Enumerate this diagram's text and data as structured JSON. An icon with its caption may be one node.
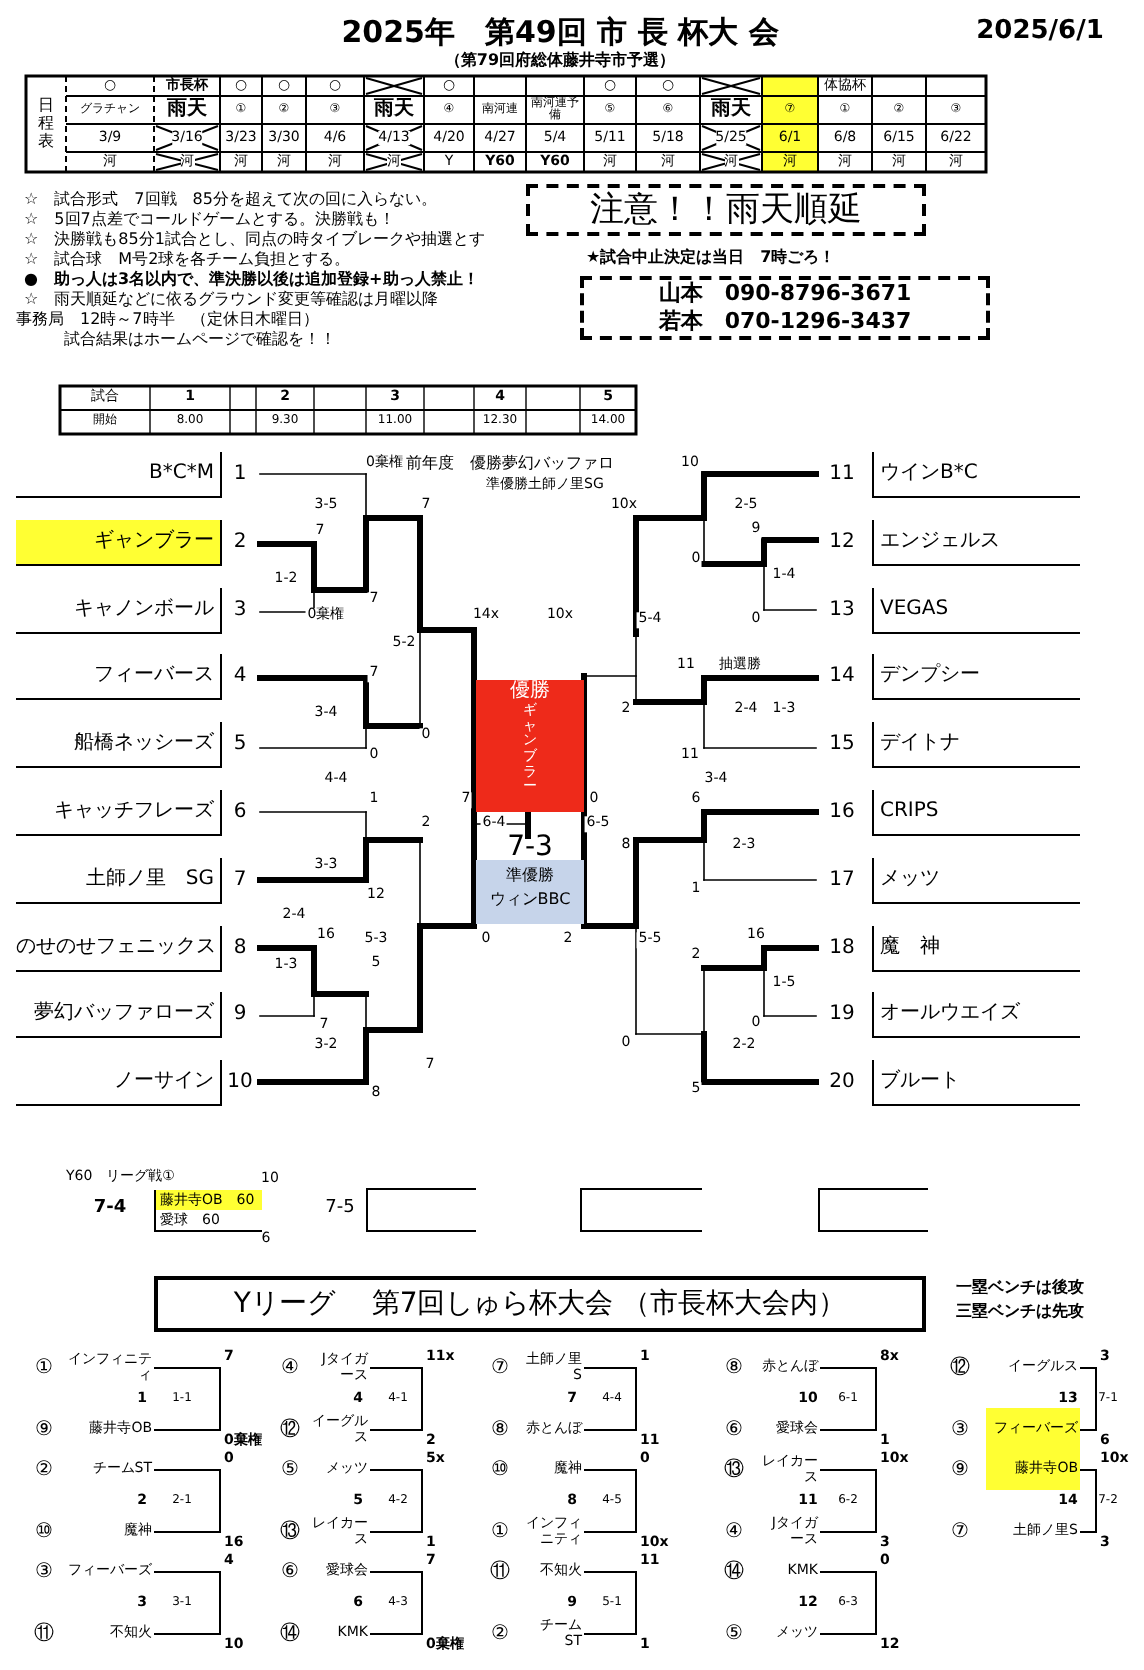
{
  "diagram": {
    "title": "2025年　第49回 市 長 杯大 会",
    "nodes": [
      {
        "text": [
          "注意！！雨天順延"
        ]
      },
      {
        "text": [
          "山本　090-8796-3671",
          "若本　070-1296-3437"
        ]
      },
      {
        "text": [
          "B*C*M"
        ],
        "beside": [
          "1"
        ]
      },
      {
        "text": [
          "ギャンブラー"
        ],
        "beside": [
          "2"
        ]
      },
      {
        "text": [
          "キャノンボール"
        ],
        "beside": [
          "3"
        ]
      },
      {
        "text": [
          "フィーバース"
        ],
        "beside": [
          "4"
        ]
      },
      {
        "text": [
          "船橋ネッシーズ"
        ],
        "beside": [
          "5"
        ]
      },
      {
        "text": [
          "キャッチフレーズ"
        ],
        "beside": [
          "6"
        ]
      },
      {
        "text": [
          "土師ノ里　SG"
        ],
        "beside": [
          "7"
        ]
      },
      {
        "text": [
          "のせのせフェニックス"
        ],
        "beside": [
          "8"
        ]
      },
      {
        "text": [
          "夢幻バッファローズ"
        ],
        "beside": [
          "9"
        ]
      },
      {
        "text": [
          "ノーサイン"
        ],
        "beside": [
          "10"
        ]
      },
      {
        "text": [
          "ウインB*C"
        ],
        "beside": [
          "11"
        ]
      },
      {
        "text": [
          "エンジェルス"
        ],
        "beside": [
          "12"
        ]
      },
      {
        "text": [
          "VEGAS"
        ],
        "beside": [
          "13"
        ]
      },
      {
        "text": [
          "デンプシー"
        ],
        "beside": [
          "14"
        ]
      },
      {
        "text": [
          "デイトナ"
        ],
        "beside": [
          "15"
        ]
      },
      {
        "text": [
          "CRIPS"
        ],
        "beside": [
          "16"
        ]
      },
      {
        "text": [
          "メッツ"
        ],
        "beside": [
          "17"
        ]
      },
      {
        "text": [
          "魔　神"
        ],
        "beside": [
          "18"
        ]
      },
      {
        "text": [
          "オールウエイズ"
        ],
        "beside": [
          "19"
        ]
      },
      {
        "text": [
          "ブルート"
        ],
        "beside": [
          "20"
        ]
      },
      {
        "text": [
          "優勝",
          "ギャンブラー"
        ]
      },
      {
        "text": [
          "準優勝",
          "ウィンBBC"
        ]
      },
      {
        "text": [
          "藤井寺OB　60",
          "愛球　60"
        ]
      },
      {
        "text": [],
        "shape": "box"
      },
      {
        "text": [],
        "shape": "box"
      },
      {
        "text": [],
        "shape": "box"
      },
      {
        "text": [
          "Yリーグ　 第7回しゅら杯大会 （市長杯大会内）"
        ]
      }
    ],
    "labels": [
      "2025/6/1",
      "（第79回府総体藤井寺市予選）",
      "日程表",
      "○",
      "市長杯",
      "○",
      "○",
      "○",
      "○",
      "○",
      "○",
      "体協杯",
      "グラチャン",
      "雨天",
      "①",
      "②",
      "③",
      "雨天",
      "④",
      "南河連",
      "南河連予備",
      "⑤",
      "⑥",
      "雨天",
      "⑦",
      "①",
      "②",
      "③",
      "3/9",
      "3/16",
      "3/23",
      "3/30",
      "4/6",
      "4/13",
      "4/20",
      "4/27",
      "5/4",
      "5/11",
      "5/18",
      "5/25",
      "6/1",
      "6/8",
      "6/15",
      "6/22",
      "河",
      "河",
      "河",
      "河",
      "河",
      "河",
      "Y",
      "Y60",
      "Y60",
      "河",
      "河",
      "河",
      "河",
      "河",
      "河",
      "河",
      "☆　試合形式　7回戦　85分を超えて次の回に入らない。",
      "☆　5回7点差でコールドゲームとする。決勝戦も！",
      "☆　決勝戦も85分1試合とし、同点の時タイブレークや抽選とす",
      "☆　試合球　M号2球を各チーム負担とする。",
      "●　助っ人は3名以内で、準決勝以後は追加登録+助っ人禁止！",
      "☆　雨天順延などに依るグラウンド変更等確認は月曜以降",
      "事務局　12時～7時半　（定休日木曜日）",
      "試合結果はホームページで確認を！！",
      "★試合中止決定は当日　7時ごろ！",
      "試合",
      "1",
      "2",
      "3",
      "4",
      "5",
      "開始",
      "8.00",
      "9.30",
      "11.00",
      "12.30",
      "14.00",
      "0棄権",
      "前年度　優勝夢幻バッファロ",
      "準優勝土師ノ里SG",
      "3-5",
      "7",
      "7",
      "1-2",
      "7",
      "0棄権",
      "14x",
      "10x",
      "5-2",
      "7",
      "3-4",
      "0",
      "0",
      "4-4",
      "1",
      "7",
      "2",
      "6-4",
      "3-3",
      "12",
      "2-4",
      "16",
      "5-3",
      "0",
      "1-3",
      "5",
      "7",
      "3-2",
      "7",
      "8",
      "10",
      "10x",
      "2-5",
      "9",
      "0",
      "1-4",
      "5-4",
      "0",
      "11",
      "抽選勝",
      "2",
      "2-4",
      "1-3",
      "11",
      "3-4",
      "0",
      "6",
      "6-5",
      "8",
      "2-3",
      "1",
      "2",
      "5-5",
      "16",
      "2",
      "1-5",
      "0",
      "0",
      "2-2",
      "5",
      "7-3",
      "Y60　リーグ戦①",
      "10",
      "7-4",
      "6",
      "7-5",
      "一塁ベンチは後攻",
      "三塁ベンチは先攻",
      "①",
      "インフィニティ",
      "7",
      "1",
      "1-1",
      "⑨",
      "藤井寺OB",
      "0棄権",
      "②",
      "チームST",
      "0",
      "2",
      "2-1",
      "⑩",
      "魔神",
      "16",
      "③",
      "フィーバーズ",
      "4",
      "3",
      "3-1",
      "⑪",
      "不知火",
      "10",
      "④",
      "Jタイガース",
      "11x",
      "4",
      "4-1",
      "⑫",
      "イーグルス",
      "2",
      "⑤",
      "メッツ",
      "5x",
      "5",
      "4-2",
      "⑬",
      "レイカース",
      "1",
      "⑥",
      "愛球会",
      "7",
      "6",
      "4-3",
      "⑭",
      "KMK",
      "0棄権",
      "⑦",
      "土師ノ里S",
      "1",
      "7",
      "4-4",
      "⑧",
      "赤とんぼ",
      "11",
      "⑩",
      "魔神",
      "0",
      "8",
      "4-5",
      "①",
      "インフィニティ",
      "10x",
      "⑪",
      "不知火",
      "11",
      "9",
      "5-1",
      "②",
      "チームST",
      "1",
      "⑧",
      "赤とんぼ",
      "8x",
      "10",
      "6-1",
      "⑥",
      "愛球会",
      "1",
      "⑬",
      "レイカース",
      "10x",
      "11",
      "6-2",
      "④",
      "Jタイガース",
      "3",
      "⑭",
      "KMK",
      "0",
      "12",
      "6-3",
      "⑤",
      "メッツ",
      "12",
      "⑫",
      "イーグルス",
      "3",
      "13",
      "7-1",
      "③",
      "フィーバーズ",
      "6",
      "⑨",
      "藤井寺OB",
      "10x",
      "14",
      "7-2",
      "⑦",
      "土師ノ里S",
      "3"
    ]
  }
}
